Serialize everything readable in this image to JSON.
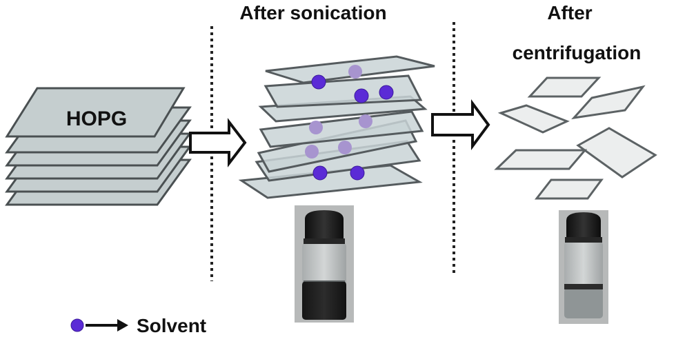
{
  "labels": {
    "hopg": "HOPG",
    "after_sonication": "After sonication",
    "after_centrifugation_line1": "After",
    "after_centrifugation_line2": "centrifugation",
    "legend_solvent": "Solvent"
  },
  "colors": {
    "background": "#ffffff",
    "hopg_sheet_fill": "#c5cecf",
    "hopg_sheet_stroke": "#4a5052",
    "sonic_sheet_fill": "#c9d3d6",
    "sonic_sheet_stroke": "#555b5e",
    "flake_fill": "#eceeee",
    "flake_stroke": "#5c6264",
    "solvent_dot": "#5b2bd6",
    "solvent_dot_faded": "#a794cf",
    "divider": "#222222",
    "arrow_stroke": "#111111",
    "vial_cap": "#1b1b1b",
    "vial_glass": "#b8bcbd",
    "vial_dark_liquid": "#1e1e1e",
    "vial_light_liquid": "#8f9596"
  },
  "icons": {
    "process_arrow_1": "hollow-right-arrow",
    "process_arrow_2": "hollow-right-arrow",
    "legend_arrow": "right-arrow",
    "legend_dot": "solvent-dot"
  },
  "vials": {
    "after_sonication": "dark-dispersion-vial",
    "after_centrifugation": "clear-supernatant-vial"
  }
}
